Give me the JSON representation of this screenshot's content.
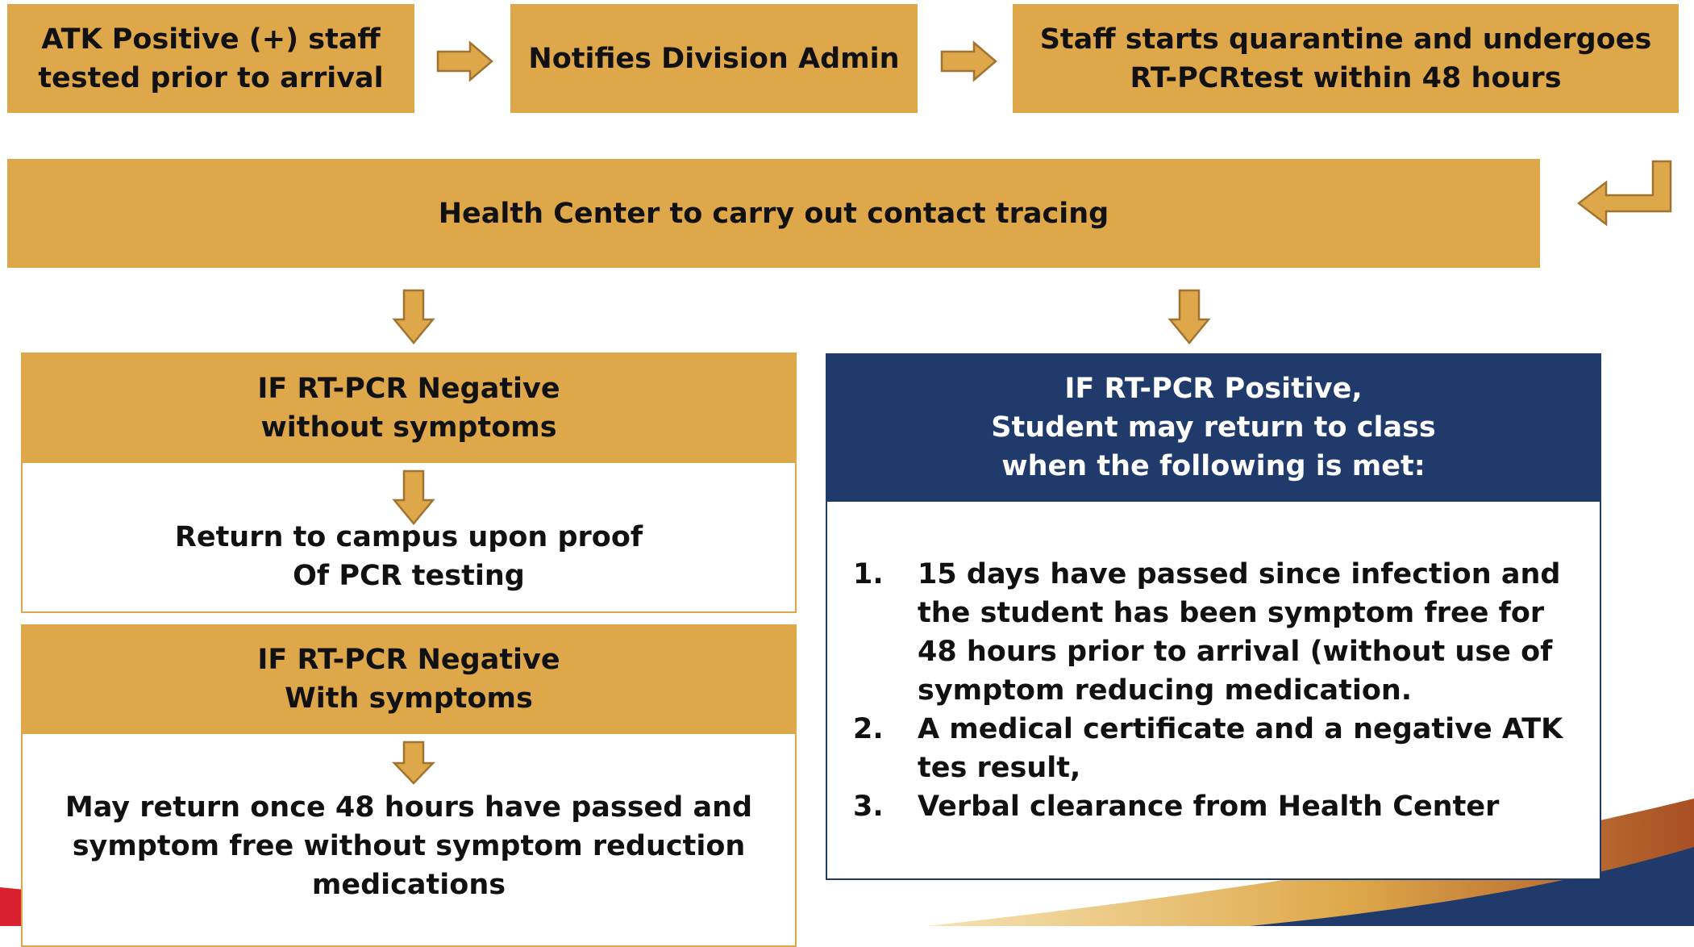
{
  "top_row": {
    "box1": "ATK Positive (+) staff\ntested prior to arrival",
    "box2": "Notifies Division Admin",
    "box3": "Staff starts quarantine and undergoes\nRT-PCRtest within 48 hours"
  },
  "contact_tracing": "Health Center to carry out contact tracing",
  "negative_no_symptoms": {
    "header": "IF RT-PCR Negative\nwithout symptoms",
    "body": "Return to campus upon proof\nOf PCR testing"
  },
  "negative_with_symptoms": {
    "header": "IF RT-PCR Negative\nWith symptoms",
    "body": "May return once 48 hours have passed and\nsymptom free without symptom reduction\nmedications"
  },
  "positive": {
    "header": "IF RT-PCR Positive,\nStudent may return to class\nwhen the following is met:",
    "conditions": [
      {
        "num": "1.",
        "text": "15 days have passed since infection and the student has been symptom free for 48 hours prior to arrival (without use of symptom reducing medication."
      },
      {
        "num": "2.",
        "text": "A medical certificate and a negative ATK tes result,"
      },
      {
        "num": "3.",
        "text": "Verbal clearance from Health Center"
      }
    ]
  },
  "colors": {
    "gold": "#dea84a",
    "navy": "#1f3a6b",
    "red_swoosh": "#d8202e",
    "orange_swoosh": "#c8783a"
  },
  "icons": {
    "right_arrow": "arrow-right-icon",
    "down_arrow": "arrow-down-icon",
    "return_arrow": "return-arrow-icon"
  }
}
